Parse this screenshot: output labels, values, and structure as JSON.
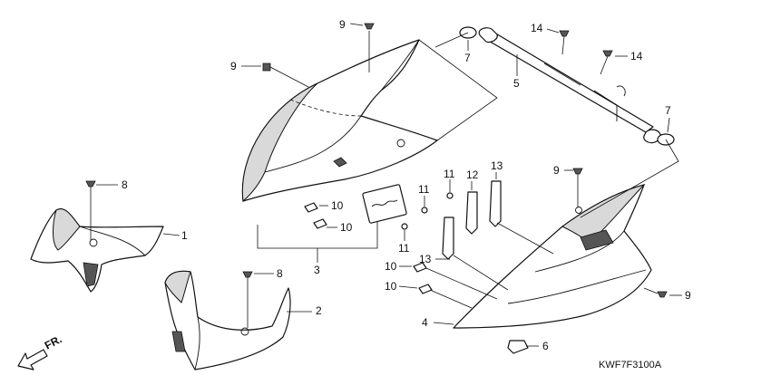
{
  "diagram": {
    "code": "KWF7F3100A",
    "direction_label": "FR.",
    "callouts": [
      "1",
      "2",
      "3",
      "4",
      "5",
      "6",
      "7",
      "7",
      "8",
      "8",
      "9",
      "9",
      "9",
      "9",
      "10",
      "10",
      "10",
      "10",
      "11",
      "11",
      "11",
      "12",
      "13",
      "13",
      "14",
      "14"
    ]
  }
}
